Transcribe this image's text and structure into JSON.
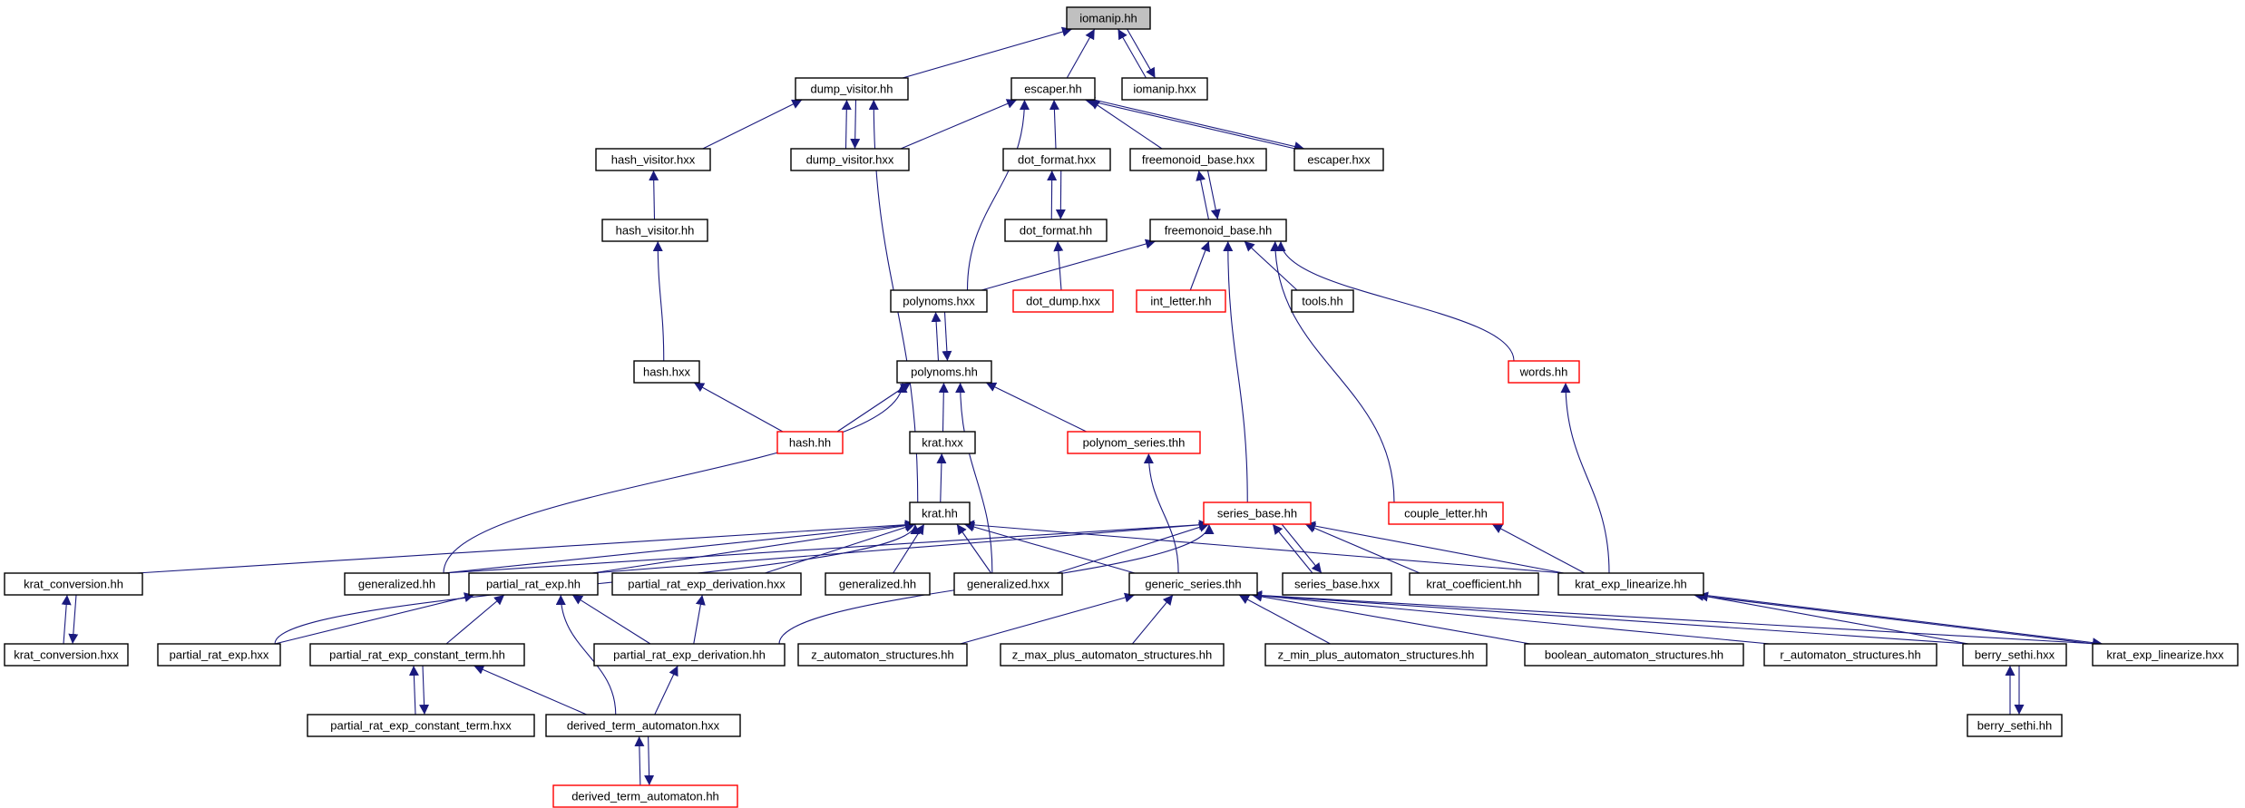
{
  "colors": {
    "edge": "#1a1a7e",
    "box_border": "#000000",
    "box_border_partial": "#ff0000",
    "root_fill": "#c0c0c0",
    "box_fill": "#ffffff"
  },
  "nodes": [
    {
      "id": "iomanip_hh",
      "label": "iomanip.hh",
      "style": "root"
    },
    {
      "id": "dump_visitor_hh",
      "label": "dump_visitor.hh",
      "style": "normal"
    },
    {
      "id": "escaper_hh",
      "label": "escaper.hh",
      "style": "normal"
    },
    {
      "id": "iomanip_hxx",
      "label": "iomanip.hxx",
      "style": "normal"
    },
    {
      "id": "hash_visitor_hxx",
      "label": "hash_visitor.hxx",
      "style": "normal"
    },
    {
      "id": "dump_visitor_hxx",
      "label": "dump_visitor.hxx",
      "style": "normal"
    },
    {
      "id": "dot_format_hxx",
      "label": "dot_format.hxx",
      "style": "normal"
    },
    {
      "id": "freemonoid_base_hxx",
      "label": "freemonoid_base.hxx",
      "style": "normal"
    },
    {
      "id": "escaper_hxx",
      "label": "escaper.hxx",
      "style": "normal"
    },
    {
      "id": "hash_visitor_hh",
      "label": "hash_visitor.hh",
      "style": "normal"
    },
    {
      "id": "dot_format_hh",
      "label": "dot_format.hh",
      "style": "normal"
    },
    {
      "id": "freemonoid_base_hh",
      "label": "freemonoid_base.hh",
      "style": "normal"
    },
    {
      "id": "polynoms_hxx",
      "label": "polynoms.hxx",
      "style": "normal"
    },
    {
      "id": "dot_dump_hh",
      "label": "dot_dump.hxx",
      "style": "partial"
    },
    {
      "id": "int_letter_hh",
      "label": "int_letter.hh",
      "style": "partial"
    },
    {
      "id": "tools_hh",
      "label": "tools.hh",
      "style": "normal"
    },
    {
      "id": "hash_hxx",
      "label": "hash.hxx",
      "style": "normal"
    },
    {
      "id": "polynoms_hh",
      "label": "polynoms.hh",
      "style": "normal"
    },
    {
      "id": "words_hh",
      "label": "words.hh",
      "style": "partial"
    },
    {
      "id": "hash_hh",
      "label": "hash.hh",
      "style": "partial"
    },
    {
      "id": "krat_hxx",
      "label": "krat.hxx",
      "style": "normal"
    },
    {
      "id": "polynom_series_thh",
      "label": "polynom_series.thh",
      "style": "partial"
    },
    {
      "id": "krat_hh",
      "label": "krat.hh",
      "style": "normal"
    },
    {
      "id": "series_base_hh",
      "label": "series_base.hh",
      "style": "partial"
    },
    {
      "id": "couple_letter_hh",
      "label": "couple_letter.hh",
      "style": "partial"
    },
    {
      "id": "krat_conversion_hh",
      "label": "krat_conversion.hh",
      "style": "normal"
    },
    {
      "id": "generalized_hh_a",
      "label": "generalized.hh",
      "style": "normal"
    },
    {
      "id": "partial_rat_exp_hh",
      "label": "partial_rat_exp.hh",
      "style": "normal"
    },
    {
      "id": "partial_rat_exp_derivation_hxx",
      "label": "partial_rat_exp_derivation.hxx",
      "style": "normal"
    },
    {
      "id": "generalized_hh_b",
      "label": "generalized.hh",
      "style": "normal"
    },
    {
      "id": "generalized_hxx",
      "label": "generalized.hxx",
      "style": "normal"
    },
    {
      "id": "generic_series_thh",
      "label": "generic_series.thh",
      "style": "normal"
    },
    {
      "id": "series_base_hxx",
      "label": "series_base.hxx",
      "style": "normal"
    },
    {
      "id": "krat_coefficient_hh",
      "label": "krat_coefficient.hh",
      "style": "normal"
    },
    {
      "id": "krat_exp_linearize_hh",
      "label": "krat_exp_linearize.hh",
      "style": "normal"
    },
    {
      "id": "krat_conversion_hxx",
      "label": "krat_conversion.hxx",
      "style": "normal"
    },
    {
      "id": "partial_rat_exp_hxx",
      "label": "partial_rat_exp.hxx",
      "style": "normal"
    },
    {
      "id": "partial_rat_exp_constant_term_hh",
      "label": "partial_rat_exp_constant_term.hh",
      "style": "normal"
    },
    {
      "id": "partial_rat_exp_derivation_hh",
      "label": "partial_rat_exp_derivation.hh",
      "style": "normal"
    },
    {
      "id": "z_automaton_structures_hh",
      "label": "z_automaton_structures.hh",
      "style": "normal"
    },
    {
      "id": "z_max_plus_automaton_structures_hh",
      "label": "z_max_plus_automaton_structures.hh",
      "style": "normal"
    },
    {
      "id": "z_min_plus_automaton_structures_hh",
      "label": "z_min_plus_automaton_structures.hh",
      "style": "normal"
    },
    {
      "id": "boolean_automaton_structures_hh",
      "label": "boolean_automaton_structures.hh",
      "style": "normal"
    },
    {
      "id": "r_automaton_structures_hh",
      "label": "r_automaton_structures.hh",
      "style": "normal"
    },
    {
      "id": "berry_sethi_hxx",
      "label": "berry_sethi.hxx",
      "style": "normal"
    },
    {
      "id": "krat_exp_linearize_hxx",
      "label": "krat_exp_linearize.hxx",
      "style": "normal"
    },
    {
      "id": "partial_rat_exp_constant_term_hxx",
      "label": "partial_rat_exp_constant_term.hxx",
      "style": "normal"
    },
    {
      "id": "derived_term_automaton_hxx",
      "label": "derived_term_automaton.hxx",
      "style": "normal"
    },
    {
      "id": "berry_sethi_hh",
      "label": "berry_sethi.hh",
      "style": "normal"
    },
    {
      "id": "derived_term_automaton_hh",
      "label": "derived_term_automaton.hh",
      "style": "partial"
    }
  ],
  "edges": [
    {
      "from": "dump_visitor_hh",
      "to": "iomanip_hh"
    },
    {
      "from": "escaper_hh",
      "to": "iomanip_hh"
    },
    {
      "from": "iomanip_hxx",
      "to": "iomanip_hh"
    },
    {
      "from": "iomanip_hh",
      "to": "iomanip_hxx"
    },
    {
      "from": "hash_visitor_hxx",
      "to": "dump_visitor_hh"
    },
    {
      "from": "dump_visitor_hxx",
      "to": "dump_visitor_hh"
    },
    {
      "from": "dump_visitor_hh",
      "to": "dump_visitor_hxx"
    },
    {
      "from": "krat_hh",
      "to": "dump_visitor_hh"
    },
    {
      "from": "dump_visitor_hxx",
      "to": "escaper_hh"
    },
    {
      "from": "dot_format_hxx",
      "to": "escaper_hh"
    },
    {
      "from": "freemonoid_base_hxx",
      "to": "escaper_hh"
    },
    {
      "from": "escaper_hxx",
      "to": "escaper_hh"
    },
    {
      "from": "escaper_hh",
      "to": "escaper_hxx"
    },
    {
      "from": "polynoms_hxx",
      "to": "escaper_hh"
    },
    {
      "from": "hash_visitor_hh",
      "to": "hash_visitor_hxx"
    },
    {
      "from": "hash_hxx",
      "to": "hash_visitor_hh"
    },
    {
      "from": "dot_format_hh",
      "to": "dot_format_hxx"
    },
    {
      "from": "dot_format_hxx",
      "to": "dot_format_hh"
    },
    {
      "from": "dot_dump_hh",
      "to": "dot_format_hh"
    },
    {
      "from": "freemonoid_base_hh",
      "to": "freemonoid_base_hxx"
    },
    {
      "from": "freemonoid_base_hxx",
      "to": "freemonoid_base_hh"
    },
    {
      "from": "polynoms_hxx",
      "to": "freemonoid_base_hh"
    },
    {
      "from": "int_letter_hh",
      "to": "freemonoid_base_hh"
    },
    {
      "from": "tools_hh",
      "to": "freemonoid_base_hh"
    },
    {
      "from": "words_hh",
      "to": "freemonoid_base_hh"
    },
    {
      "from": "couple_letter_hh",
      "to": "freemonoid_base_hh"
    },
    {
      "from": "series_base_hh",
      "to": "freemonoid_base_hh"
    },
    {
      "from": "polynoms_hh",
      "to": "polynoms_hxx"
    },
    {
      "from": "polynoms_hxx",
      "to": "polynoms_hh"
    },
    {
      "from": "hash_hh",
      "to": "hash_hxx"
    },
    {
      "from": "hash_hh",
      "to": "polynoms_hh"
    },
    {
      "from": "krat_hxx",
      "to": "polynoms_hh"
    },
    {
      "from": "polynom_series_thh",
      "to": "polynoms_hh"
    },
    {
      "from": "generalized_hh_a",
      "to": "polynoms_hh"
    },
    {
      "from": "generalized_hxx",
      "to": "polynoms_hh"
    },
    {
      "from": "krat_exp_linearize_hh",
      "to": "words_hh"
    },
    {
      "from": "krat_hh",
      "to": "krat_hxx"
    },
    {
      "from": "generic_series_thh",
      "to": "polynom_series_thh"
    },
    {
      "from": "krat_conversion_hh",
      "to": "krat_hh"
    },
    {
      "from": "generalized_hh_a",
      "to": "krat_hh"
    },
    {
      "from": "partial_rat_exp_hh",
      "to": "krat_hh"
    },
    {
      "from": "partial_rat_exp_derivation_hxx",
      "to": "krat_hh"
    },
    {
      "from": "generalized_hh_b",
      "to": "krat_hh"
    },
    {
      "from": "generalized_hxx",
      "to": "krat_hh"
    },
    {
      "from": "generic_series_thh",
      "to": "krat_hh"
    },
    {
      "from": "krat_exp_linearize_hh",
      "to": "krat_hh"
    },
    {
      "from": "partial_rat_exp_hxx",
      "to": "krat_hh"
    },
    {
      "from": "generalized_hh_a",
      "to": "series_base_hh"
    },
    {
      "from": "partial_rat_exp_hh",
      "to": "series_base_hh"
    },
    {
      "from": "generalized_hxx",
      "to": "series_base_hh"
    },
    {
      "from": "series_base_hxx",
      "to": "series_base_hh"
    },
    {
      "from": "series_base_hh",
      "to": "series_base_hxx"
    },
    {
      "from": "krat_coefficient_hh",
      "to": "series_base_hh"
    },
    {
      "from": "krat_exp_linearize_hh",
      "to": "series_base_hh"
    },
    {
      "from": "partial_rat_exp_derivation_hh",
      "to": "series_base_hh"
    },
    {
      "from": "krat_exp_linearize_hh",
      "to": "couple_letter_hh"
    },
    {
      "from": "krat_conversion_hxx",
      "to": "krat_conversion_hh"
    },
    {
      "from": "krat_conversion_hh",
      "to": "krat_conversion_hxx"
    },
    {
      "from": "partial_rat_exp_hxx",
      "to": "partial_rat_exp_hh"
    },
    {
      "from": "partial_rat_exp_constant_term_hh",
      "to": "partial_rat_exp_hh"
    },
    {
      "from": "partial_rat_exp_derivation_hh",
      "to": "partial_rat_exp_hh"
    },
    {
      "from": "derived_term_automaton_hxx",
      "to": "partial_rat_exp_hh"
    },
    {
      "from": "partial_rat_exp_derivation_hh",
      "to": "partial_rat_exp_derivation_hxx"
    },
    {
      "from": "z_automaton_structures_hh",
      "to": "generic_series_thh"
    },
    {
      "from": "z_max_plus_automaton_structures_hh",
      "to": "generic_series_thh"
    },
    {
      "from": "z_min_plus_automaton_structures_hh",
      "to": "generic_series_thh"
    },
    {
      "from": "boolean_automaton_structures_hh",
      "to": "generic_series_thh"
    },
    {
      "from": "r_automaton_structures_hh",
      "to": "generic_series_thh"
    },
    {
      "from": "berry_sethi_hxx",
      "to": "generic_series_thh"
    },
    {
      "from": "krat_exp_linearize_hxx",
      "to": "generic_series_thh"
    },
    {
      "from": "berry_sethi_hxx",
      "to": "krat_exp_linearize_hh"
    },
    {
      "from": "krat_exp_linearize_hxx",
      "to": "krat_exp_linearize_hh"
    },
    {
      "from": "krat_exp_linearize_hh",
      "to": "krat_exp_linearize_hxx"
    },
    {
      "from": "partial_rat_exp_constant_term_hxx",
      "to": "partial_rat_exp_constant_term_hh"
    },
    {
      "from": "partial_rat_exp_constant_term_hh",
      "to": "partial_rat_exp_constant_term_hxx"
    },
    {
      "from": "derived_term_automaton_hxx",
      "to": "partial_rat_exp_constant_term_hh"
    },
    {
      "from": "derived_term_automaton_hxx",
      "to": "partial_rat_exp_derivation_hh"
    },
    {
      "from": "berry_sethi_hh",
      "to": "berry_sethi_hxx"
    },
    {
      "from": "berry_sethi_hxx",
      "to": "berry_sethi_hh"
    },
    {
      "from": "derived_term_automaton_hh",
      "to": "derived_term_automaton_hxx"
    },
    {
      "from": "derived_term_automaton_hxx",
      "to": "derived_term_automaton_hh"
    }
  ]
}
